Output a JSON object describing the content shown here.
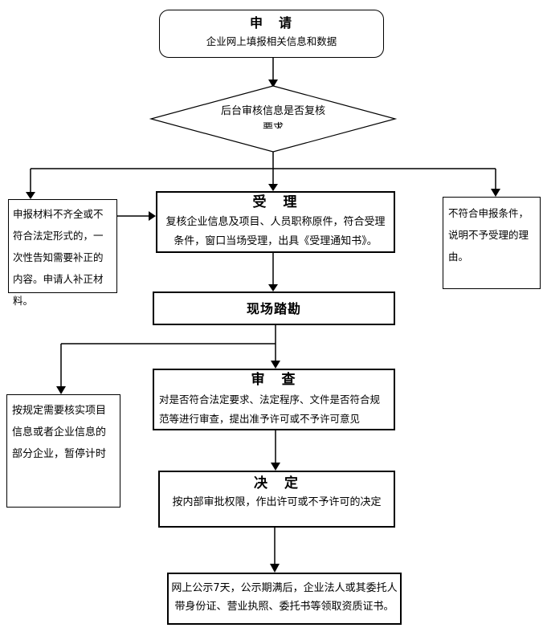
{
  "flow": {
    "apply": {
      "title": "申　请",
      "body": "企业网上填报相关信息和数据"
    },
    "backend_check": {
      "line1": "后台审核信息是否复核",
      "line2": "要求"
    },
    "supplement": {
      "body": "申报材料不齐全或不符合法定形式的，一次性告知需要补正的内容。申请人补正材料。"
    },
    "accept": {
      "title": "受　理",
      "body": "复核企业信息及项目、人员职称原件，符合受理条件，窗口当场受理，出具《受理通知书》。"
    },
    "reject": {
      "body": "不符合申报条件，说明不予受理的理由。"
    },
    "site_survey": {
      "title": "现场踏勘"
    },
    "pause": {
      "body": "按规定需要核实项目信息或者企业信息的部分企业，暂停计时"
    },
    "review": {
      "title": "审　查",
      "body": "对是否符合法定要求、法定程序、文件是否符合规范等进行审查，提出准予许可或不予许可意见"
    },
    "decide": {
      "title": "决　定",
      "body": "按内部审批权限，作出许可或不予许可的决定"
    },
    "publish": {
      "body": "网上公示7天，公示期满后，企业法人或其委托人带身份证、营业执照、委托书等领取资质证书。"
    }
  },
  "colors": {
    "line": "#000000",
    "background": "#ffffff",
    "text": "#000000"
  }
}
